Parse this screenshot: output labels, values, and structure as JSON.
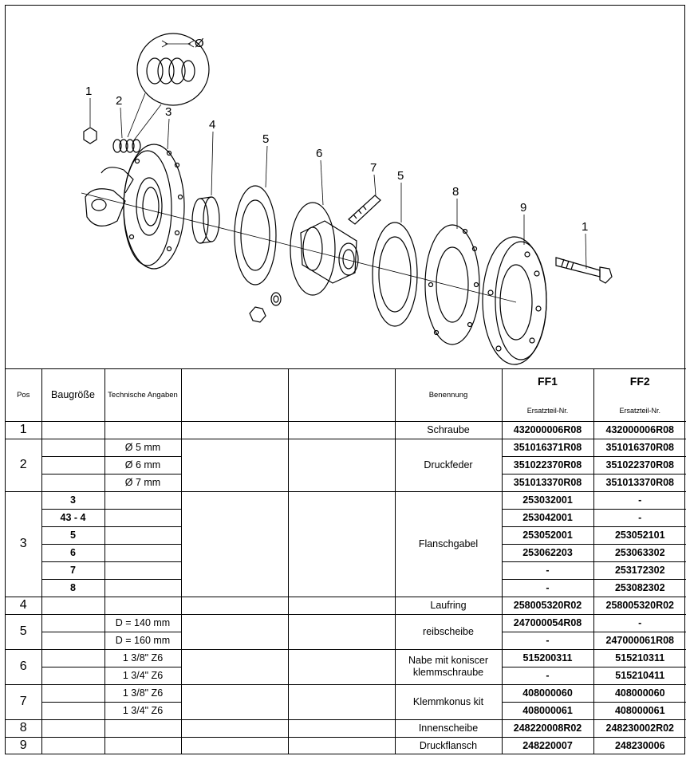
{
  "drawing": {
    "callouts": [
      "1",
      "2",
      "3",
      "4",
      "5",
      "6",
      "7",
      "5",
      "8",
      "9",
      "1"
    ],
    "diameter_symbol": "Ø"
  },
  "header": {
    "pos": "Pos",
    "baugroesse": "Baugröße",
    "technische_angaben": "Technische Angaben",
    "benennung": "Benennung",
    "ff1": "FF1",
    "ff2": "FF2",
    "ersatzteil": "Ersatzteil-Nr."
  },
  "rows": {
    "r1": {
      "pos": "1",
      "name": "Schraube",
      "ff1": "432000006R08",
      "ff2": "432000006R08"
    },
    "r2": {
      "pos": "2",
      "name": "Druckfeder",
      "tech": [
        "Ø 5 mm",
        "Ø 6 mm",
        "Ø 7 mm"
      ],
      "ff1": [
        "351016371R08",
        "351022370R08",
        "351013370R08"
      ],
      "ff2": [
        "351016370R08",
        "351022370R08",
        "351013370R08"
      ]
    },
    "r3": {
      "pos": "3",
      "name": "Flanschgabel",
      "size": [
        "3",
        "43 - 4",
        "5",
        "6",
        "7",
        "8"
      ],
      "ff1": [
        "253032001",
        "253042001",
        "253052001",
        "253062203",
        "-",
        "-"
      ],
      "ff2": [
        "-",
        "-",
        "253052101",
        "253063302",
        "253172302",
        "253082302"
      ]
    },
    "r4": {
      "pos": "4",
      "name": "Laufring",
      "ff1": "258005320R02",
      "ff2": "258005320R02"
    },
    "r5": {
      "pos": "5",
      "name": "reibscheibe",
      "tech": [
        "D = 140 mm",
        "D = 160 mm"
      ],
      "ff1": [
        "247000054R08",
        "-"
      ],
      "ff2": [
        "-",
        "247000061R08"
      ]
    },
    "r6": {
      "pos": "6",
      "name": "Nabe mit koniscer klemmschraube",
      "tech": [
        "1 3/8\" Z6",
        "1 3/4\" Z6"
      ],
      "ff1": [
        "515200311",
        "-"
      ],
      "ff2": [
        "515210311",
        "515210411"
      ]
    },
    "r7": {
      "pos": "7",
      "name": "Klemmkonus kit",
      "tech": [
        "1 3/8\" Z6",
        "1 3/4\" Z6"
      ],
      "ff1": [
        "408000060",
        "408000061"
      ],
      "ff2": [
        "408000060",
        "408000061"
      ]
    },
    "r8": {
      "pos": "8",
      "name": "Innenscheibe",
      "ff1": "248220008R02",
      "ff2": "248230002R02"
    },
    "r9": {
      "pos": "9",
      "name": "Druckflansch",
      "ff1": "248220007",
      "ff2": "248230006"
    }
  }
}
